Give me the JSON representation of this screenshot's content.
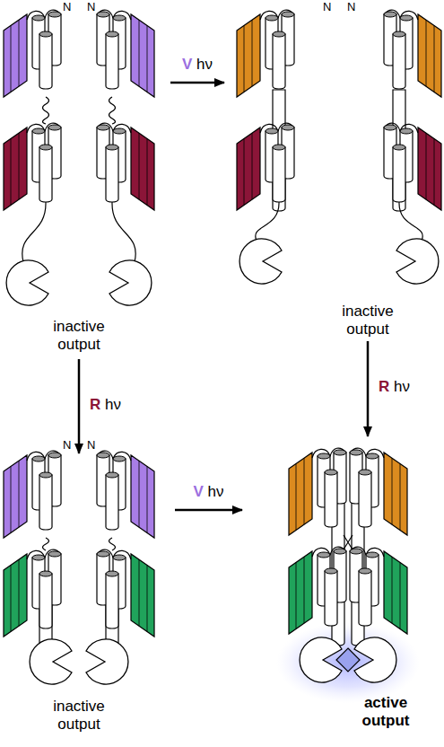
{
  "diagram": {
    "nodes": [
      {
        "text": [
          "inactive output"
        ]
      },
      {
        "text": [
          "inactive output"
        ]
      },
      {
        "text": [
          "inactive output"
        ]
      },
      {
        "text": [
          "active output"
        ]
      }
    ],
    "edges": [
      {
        "from": 0,
        "to": 1,
        "arrow": "to",
        "label": "V hν"
      },
      {
        "from": 0,
        "to": 2,
        "arrow": "to",
        "label": "R hν"
      },
      {
        "from": 1,
        "to": 3,
        "arrow": "to",
        "label": "R hν"
      },
      {
        "from": 2,
        "to": 3,
        "arrow": "to",
        "label": "V hν"
      }
    ],
    "labels": [
      "N",
      "N",
      "N",
      "N",
      "N",
      "N"
    ]
  }
}
